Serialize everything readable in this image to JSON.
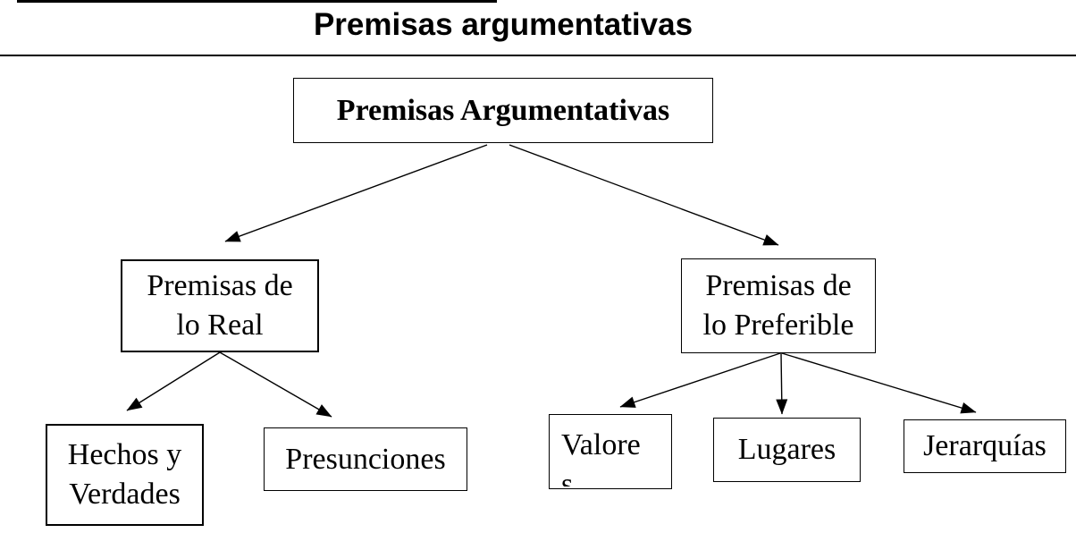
{
  "header": {
    "title": "Premisas argumentativas"
  },
  "diagram": {
    "nodes": {
      "root": {
        "label": "Premisas Argumentativas"
      },
      "real": {
        "label": "Premisas de lo Real",
        "lines": [
          "Premisas de",
          "lo Real"
        ]
      },
      "preferible": {
        "label": "Premisas de lo Preferible",
        "lines": [
          "Premisas de",
          "lo Preferible"
        ]
      },
      "hechos": {
        "label": "Hechos y Verdades",
        "lines": [
          "Hechos y",
          "Verdades"
        ]
      },
      "presunciones": {
        "label": "Presunciones"
      },
      "valores": {
        "label": "Valores"
      },
      "lugares": {
        "label": "Lugares"
      },
      "jerarquias": {
        "label": "Jerarquías"
      }
    },
    "edges": [
      {
        "from": "Premisas Argumentativas",
        "to": "Premisas de lo Real"
      },
      {
        "from": "Premisas Argumentativas",
        "to": "Premisas de lo Preferible"
      },
      {
        "from": "Premisas de lo Real",
        "to": "Hechos y Verdades"
      },
      {
        "from": "Premisas de lo Real",
        "to": "Presunciones"
      },
      {
        "from": "Premisas de lo Preferible",
        "to": "Valores"
      },
      {
        "from": "Premisas de lo Preferible",
        "to": "Lugares"
      },
      {
        "from": "Premisas de lo Preferible",
        "to": "Jerarquías"
      }
    ],
    "colors": {
      "background": "#ffffff",
      "line": "#000000",
      "text": "#000000"
    }
  }
}
